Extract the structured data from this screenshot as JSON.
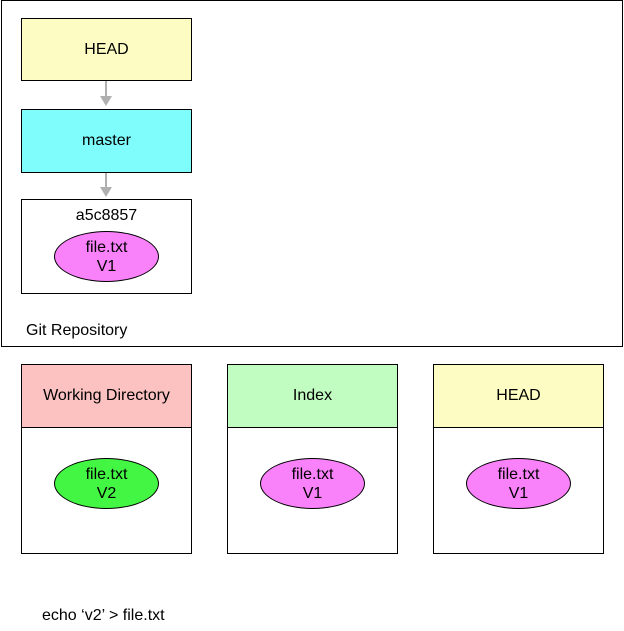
{
  "repository": {
    "label": "Git Repository",
    "head": {
      "label": "HEAD",
      "color": "#fdfdc3"
    },
    "master": {
      "label": "master",
      "color": "#7ffcfc"
    },
    "commit": {
      "hash": "a5c8857",
      "file": {
        "name": "file.txt",
        "version": "V1",
        "color": "#f981f9"
      }
    }
  },
  "trees": [
    {
      "title": "Working Directory",
      "header_color": "#fcc1c1",
      "file": {
        "name": "file.txt",
        "version": "V2",
        "color": "#43f643"
      }
    },
    {
      "title": "Index",
      "header_color": "#c1fcc1",
      "file": {
        "name": "file.txt",
        "version": "V1",
        "color": "#f981f9"
      }
    },
    {
      "title": "HEAD",
      "header_color": "#fdfdc3",
      "file": {
        "name": "file.txt",
        "version": "V1",
        "color": "#f981f9"
      }
    }
  ],
  "command": "echo ‘v2’ > file.txt"
}
